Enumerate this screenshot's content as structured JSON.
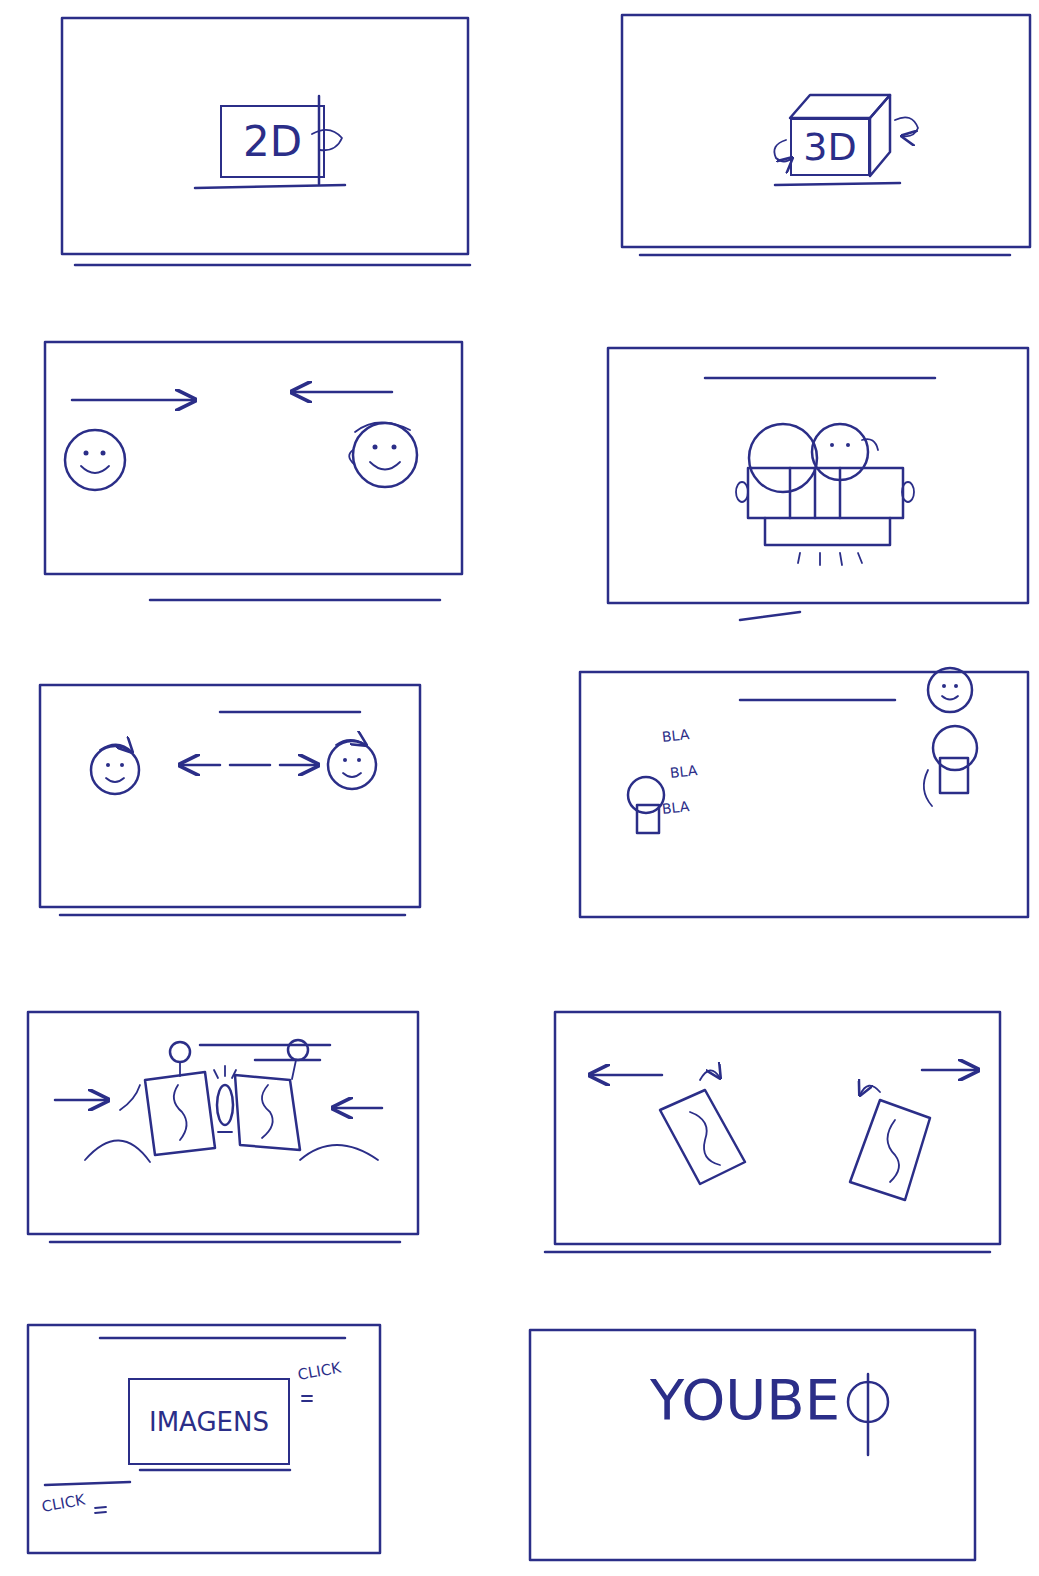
{
  "diagram": {
    "nodes": [
      {
        "text": [
          "2D"
        ]
      },
      {
        "text": [
          "3D"
        ]
      },
      {
        "text": [
          "IMAGENS"
        ]
      }
    ],
    "labels": [
      "BLA",
      "BLA",
      "BLA",
      "CLICK",
      "CLICK",
      "YOUBE"
    ]
  }
}
